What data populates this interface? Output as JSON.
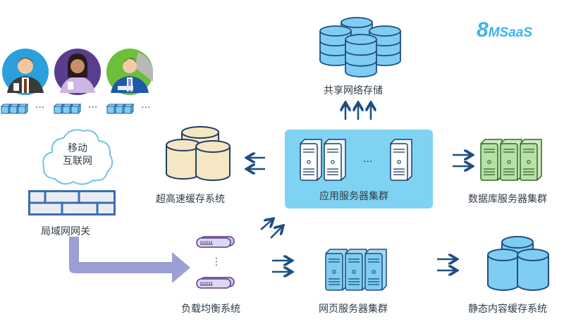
{
  "logo": {
    "number": "8",
    "text": "MSaaS"
  },
  "users": [
    {
      "name": "user-businessman",
      "bg": "#2aa1dc"
    },
    {
      "name": "user-woman",
      "bg": "#5a3d8f"
    },
    {
      "name": "user-suit",
      "bg": "#6cbf3a"
    }
  ],
  "device_ellipsis": "···",
  "cloud": {
    "line1": "移动",
    "line2": "互联网"
  },
  "nodes": {
    "gateway": "局域网网关",
    "load_balancer": "负载均衡系统",
    "cache": "超高速缓存系统",
    "app_cluster": "应用服务器集群",
    "shared_storage": "共享网络存储",
    "db_cluster": "数据库服务器集群",
    "web_cluster": "网页服务器集群",
    "static_cache": "静态内容缓存系统"
  },
  "app_ellipsis": "···",
  "lb_ellipsis": "⋮",
  "colors": {
    "accent": "#3fb4ea",
    "app_box": "#7fd2f2",
    "arrow": "#1f4e82",
    "db_green": "#b9e0a5",
    "cache_cream": "#f5e6c4",
    "lb_purple": "#c9c5ea",
    "flow_purple": "#9b9fd3"
  }
}
